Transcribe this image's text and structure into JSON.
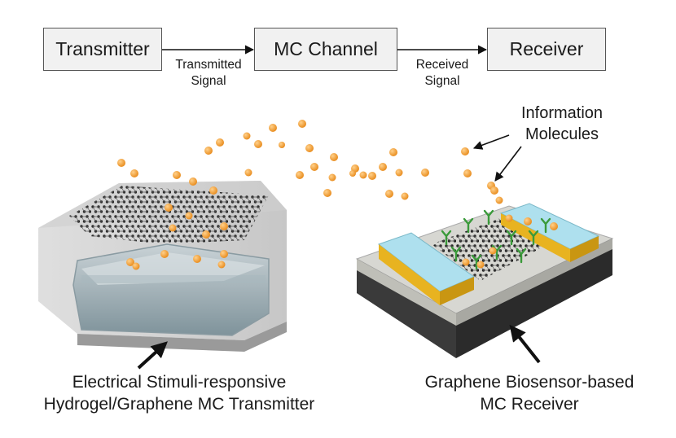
{
  "flow": {
    "boxes": [
      {
        "label": "Transmitter"
      },
      {
        "label": "MC Channel"
      },
      {
        "label": "Receiver"
      }
    ],
    "signals": [
      {
        "line1": "Transmitted",
        "line2": "Signal"
      },
      {
        "line1": "Received",
        "line2": "Signal"
      }
    ]
  },
  "labels": {
    "info_line1": "Information",
    "info_line2": "Molecules",
    "transmitter_line1": "Electrical Stimuli-responsive",
    "transmitter_line2": "Hydrogel/Graphene MC Transmitter",
    "receiver_line1": "Graphene Biosensor-based",
    "receiver_line2": "MC Receiver"
  },
  "colors": {
    "molecule": "#f29a2e",
    "hydrogel": "#9fb0b8",
    "electrode_top": "#aee0ee",
    "electrode_side": "#e8b320",
    "antibody": "#3a9a3a"
  }
}
